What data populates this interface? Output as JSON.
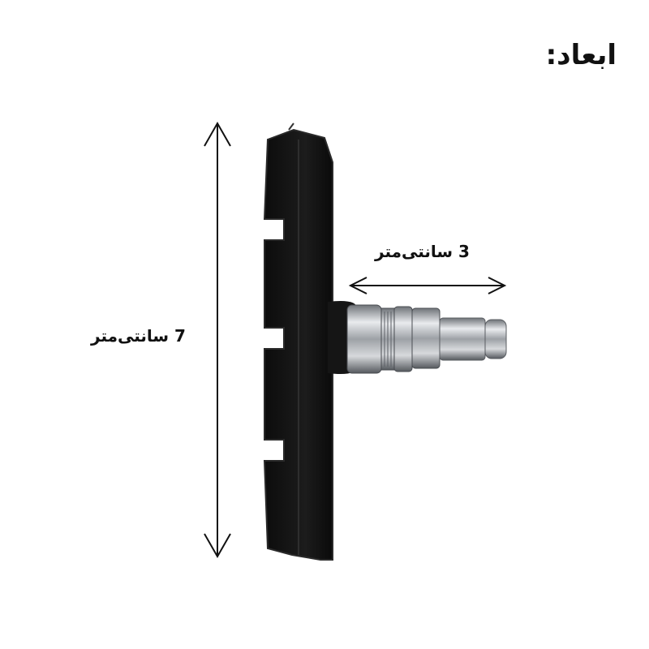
{
  "title": "ابعاد:",
  "dimensions": {
    "length_label": "7 سانتی‌متر",
    "depth_label": "3 سانتی‌متر"
  },
  "colors": {
    "pad": "#141414",
    "pad_edge": "#2a2a2a",
    "metal": "#b9bcc1",
    "arrow": "#111111"
  }
}
